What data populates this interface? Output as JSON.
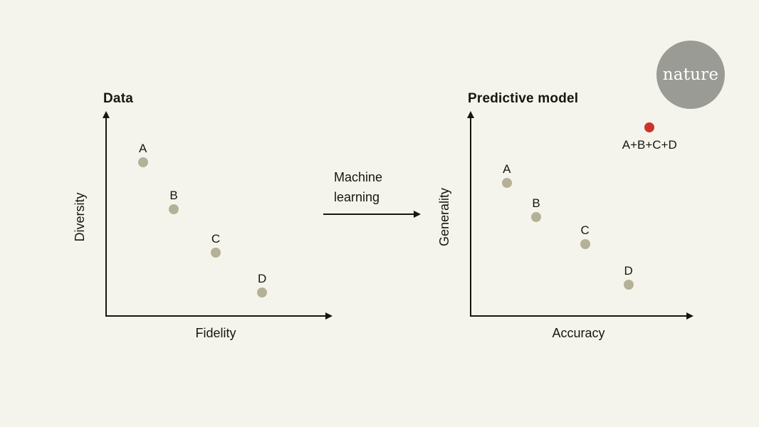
{
  "page": {
    "background": "#f5f4ec"
  },
  "branding": {
    "logo_text": "nature",
    "circle_color": "#9b9b96",
    "text_color": "#ffffff"
  },
  "connector": {
    "label": "Machine learning"
  },
  "colors": {
    "point_olive": "#b5b196",
    "point_red": "#cb342c",
    "axis": "#16160f"
  },
  "chart_data": [
    {
      "type": "scatter",
      "title": "Data",
      "xlabel": "Fidelity",
      "ylabel": "Diversity",
      "axis_ticks": false,
      "xlim": [
        0,
        1
      ],
      "ylim": [
        0,
        1
      ],
      "point_color": "#b5b196",
      "points": [
        {
          "label": "A",
          "x": 0.17,
          "y": 0.775,
          "label_position": "above"
        },
        {
          "label": "B",
          "x": 0.31,
          "y": 0.54,
          "label_position": "above"
        },
        {
          "label": "C",
          "x": 0.5,
          "y": 0.32,
          "label_position": "above"
        },
        {
          "label": "D",
          "x": 0.71,
          "y": 0.12,
          "label_position": "above"
        }
      ]
    },
    {
      "type": "scatter",
      "title": "Predictive model",
      "xlabel": "Accuracy",
      "ylabel": "Generality",
      "axis_ticks": false,
      "xlim": [
        0,
        1
      ],
      "ylim": [
        0,
        1
      ],
      "point_color": "#b5b196",
      "points": [
        {
          "label": "A",
          "x": 0.17,
          "y": 0.67,
          "label_position": "above"
        },
        {
          "label": "B",
          "x": 0.305,
          "y": 0.5,
          "label_position": "above"
        },
        {
          "label": "C",
          "x": 0.53,
          "y": 0.365,
          "label_position": "above"
        },
        {
          "label": "D",
          "x": 0.73,
          "y": 0.16,
          "label_position": "above"
        },
        {
          "label": "A+B+C+D",
          "x": 0.827,
          "y": 0.95,
          "color": "#cb342c",
          "label_position": "below"
        }
      ]
    }
  ]
}
